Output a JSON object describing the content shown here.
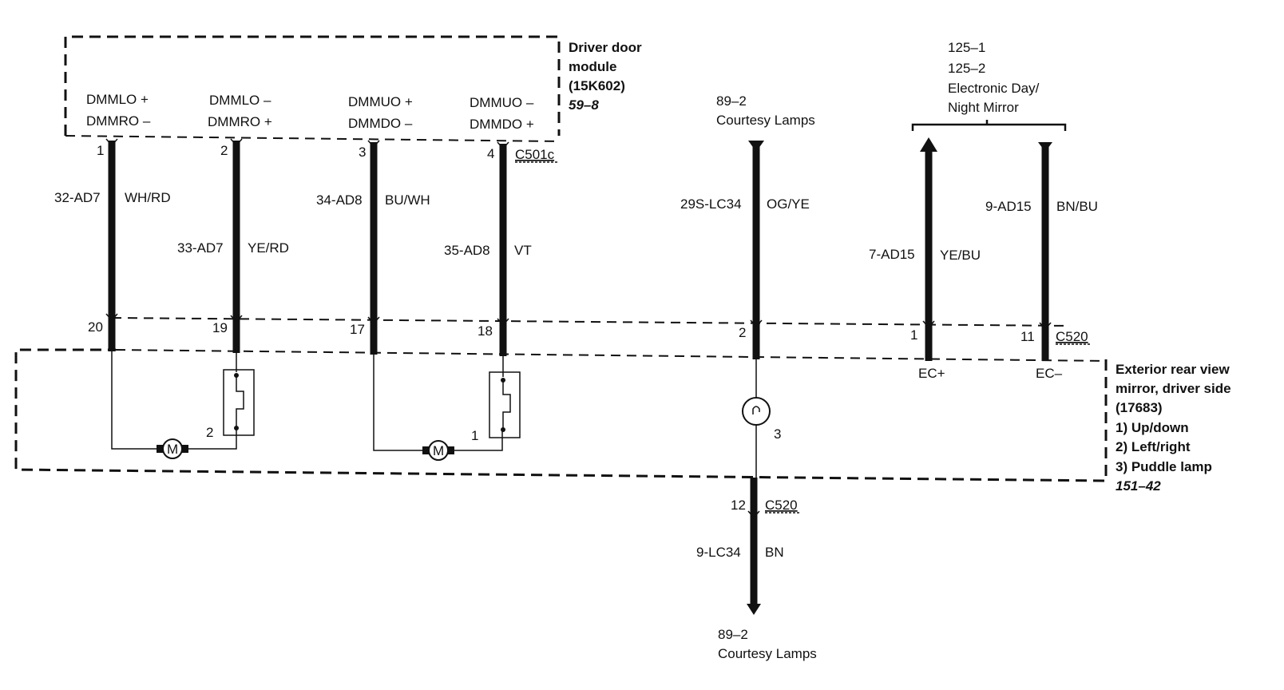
{
  "modules": {
    "ddm": {
      "name": "Driver door",
      "name2": "module",
      "part": "(15K602)",
      "ref": "59–8"
    },
    "mirror": {
      "name": "Exterior rear view",
      "name2": "mirror, driver side",
      "part": "(17683)",
      "items": [
        "1)   Up/down",
        "2)   Left/right",
        "3)   Puddle lamp"
      ],
      "ref": "151–42"
    }
  },
  "ddm_pins": [
    {
      "top": "DMMLO +",
      "bottom": "DMMRO –"
    },
    {
      "top": "DMMLO –",
      "bottom": "DMMRO +"
    },
    {
      "top": "DMMUO +",
      "bottom": "DMMDO –"
    },
    {
      "top": "DMMUO –",
      "bottom": "DMMDO +"
    }
  ],
  "wires": [
    {
      "pin_top": "1",
      "pin_bottom": "20",
      "circuit": "32-AD7",
      "color": "WH/RD"
    },
    {
      "pin_top": "2",
      "pin_bottom": "19",
      "circuit": "33-AD7",
      "color": "YE/RD"
    },
    {
      "pin_top": "3",
      "pin_bottom": "17",
      "circuit": "34-AD8",
      "color": "BU/WH"
    },
    {
      "pin_top": "4",
      "pin_bottom": "18",
      "circuit": "35-AD8",
      "color": "VT"
    },
    {
      "pin_bottom": "2",
      "circuit": "29S-LC34",
      "color": "OG/YE"
    },
    {
      "pin_bottom": "1",
      "circuit": "7-AD15",
      "color": "YE/BU"
    },
    {
      "pin_bottom": "11",
      "circuit": "9-AD15",
      "color": "BN/BU"
    },
    {
      "pin": "12",
      "circuit": "9-LC34",
      "color": "BN"
    }
  ],
  "connectors": {
    "c501c": "C501c",
    "c520_top": "C520",
    "c520_bottom": "C520"
  },
  "refs": {
    "courtesy_top_num": "89–2",
    "courtesy_top_label": "Courtesy Lamps",
    "courtesy_bottom_num": "89–2",
    "courtesy_bottom_label": "Courtesy Lamps",
    "edm_1": "125–1",
    "edm_2": "125–2",
    "edm_label1": "Electronic Day/",
    "edm_label2": "Night Mirror"
  },
  "internal": {
    "ec_plus": "EC+",
    "ec_minus": "EC–",
    "motor": "M",
    "motor_left_num": "2",
    "motor_right_num": "1",
    "lamp_num": "3"
  }
}
